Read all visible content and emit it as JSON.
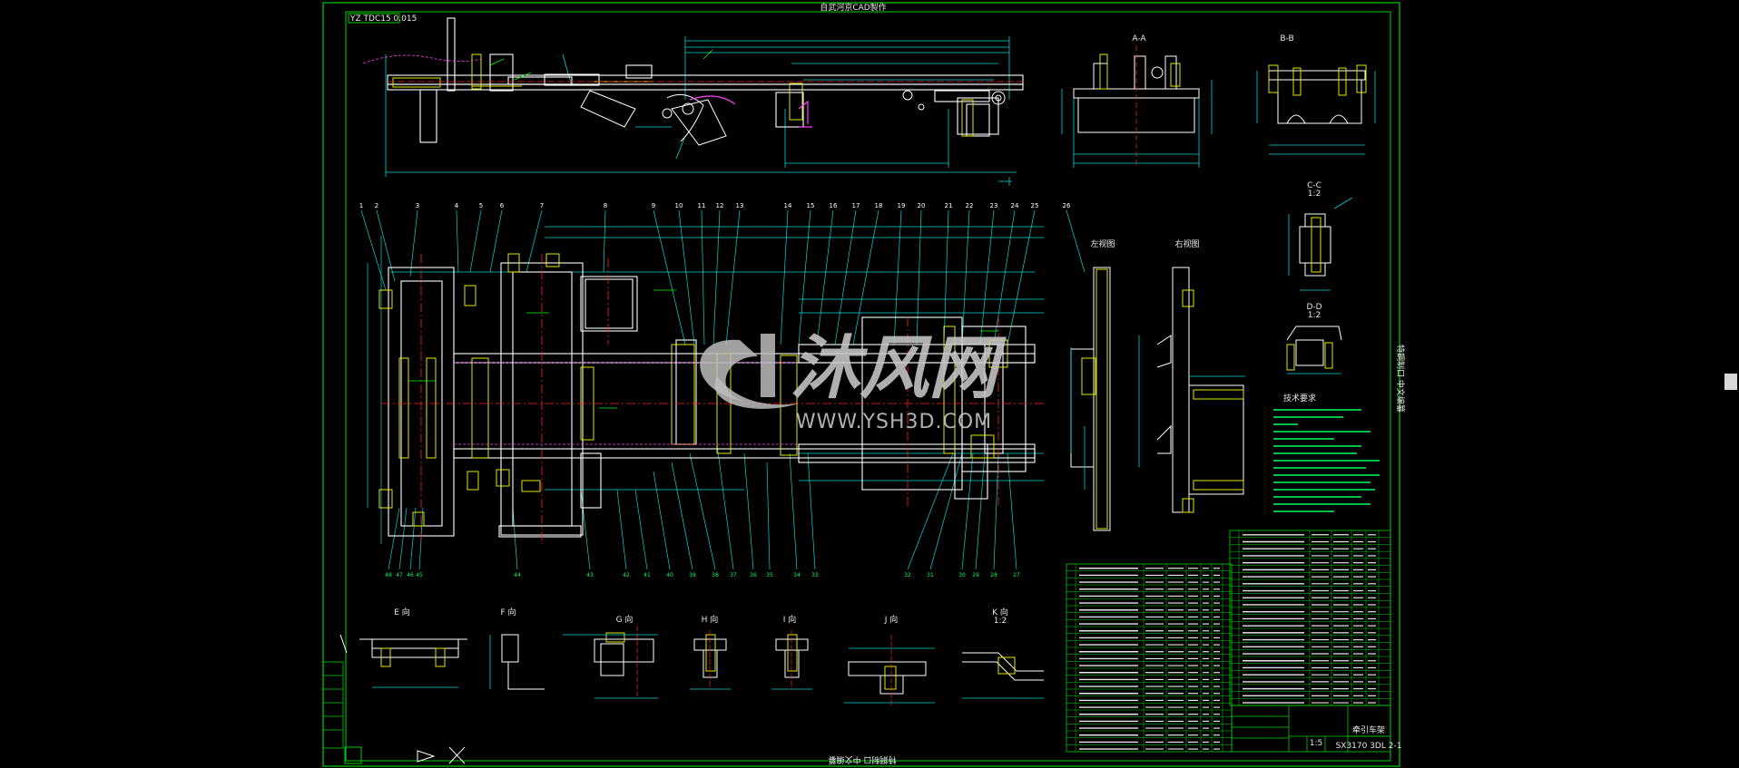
{
  "drawing": {
    "top_title": "自武河京CAD製作",
    "drawing_number": "YZ TDC15 0.015",
    "side_vertical_text": "特鋼制口 中文编纂",
    "bottom_vertical_text": "特鋼制口 中文编纂",
    "sections": {
      "section_aa": "A-A",
      "section_bb": "B-B",
      "section_cc": "C-C",
      "section_cc_scale": "1:2",
      "section_dd": "D-D",
      "section_dd_scale": "1:2",
      "left_view": "左视图",
      "right_view": "右视图",
      "view_e": "E 向",
      "view_f": "F 向",
      "view_g": "G 向",
      "view_h": "H 向",
      "view_i": "I 向",
      "view_j": "J 向",
      "view_k": "K 向",
      "view_k_scale": "1:2"
    },
    "tech_requirements_title": "技术要求",
    "balloons": [
      "1",
      "2",
      "3",
      "4",
      "5",
      "6",
      "7",
      "8",
      "9",
      "10",
      "11",
      "12",
      "13",
      "14",
      "15",
      "16",
      "17",
      "18",
      "19",
      "20",
      "21",
      "22",
      "23",
      "24",
      "25",
      "26"
    ],
    "bottom_balloons": [
      "48",
      "47",
      "46",
      "45",
      "44",
      "43",
      "42",
      "41",
      "40",
      "39",
      "38",
      "37",
      "36",
      "35",
      "34",
      "33",
      "32",
      "31",
      "30",
      "29",
      "28",
      "27"
    ],
    "title_block": {
      "part_name": "牵引车架",
      "part_number": "SX3170 3DL 2-1",
      "scale": "1:5"
    }
  },
  "watermark": {
    "brand": "沐风网",
    "url": "WWW.YSH3D.COM"
  },
  "colors": {
    "background": "#000000",
    "frame": "#00d000",
    "main": "#ffffff",
    "dimension": "#00d7d7",
    "centerline": "#ff2020",
    "annotation": "#e6e600",
    "hidden": "#ff40ff",
    "watermark": "#c8c8c8"
  },
  "scrollbar": {
    "icon": "scroll-thumb"
  }
}
